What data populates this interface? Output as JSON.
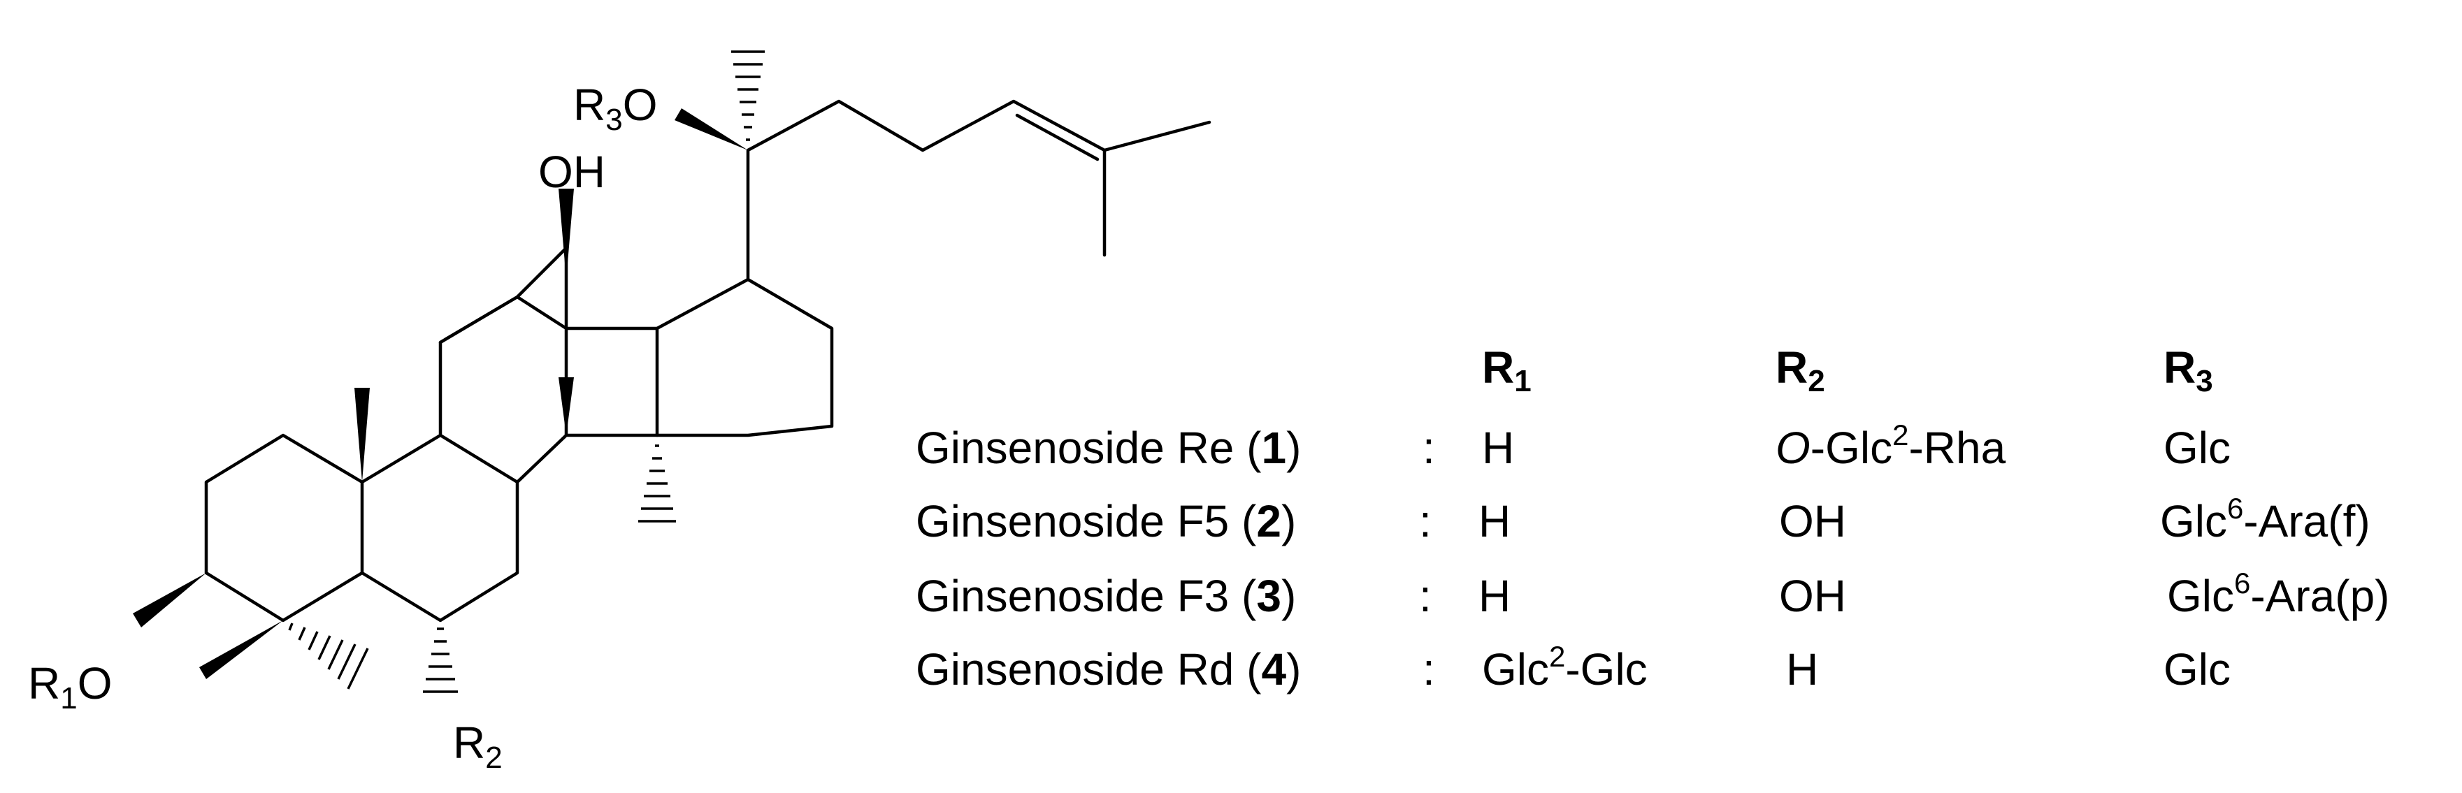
{
  "structure": {
    "oh_label": "OH",
    "r1_label": "R",
    "r1_sub": "1",
    "r1_o": "O",
    "r2_label": "R",
    "r2_sub": "2",
    "r3_label": "R",
    "r3_sub": "3",
    "r3_o": "O"
  },
  "table": {
    "headers": [
      {
        "letter": "R",
        "sub": "1"
      },
      {
        "letter": "R",
        "sub": "2"
      },
      {
        "letter": "R",
        "sub": "3"
      }
    ],
    "rows": [
      {
        "name": "Ginsenoside Re (",
        "num": "1",
        "close": ")",
        "colon": ":",
        "r1": "H",
        "r2_italic": "O",
        "r2_a": "-Glc",
        "r2_sup": "2",
        "r2_b": "-Rha",
        "r3_a": "Glc",
        "r3_sup": "",
        "r3_b": ""
      },
      {
        "name": "Ginsenoside F5 (",
        "num": "2",
        "close": ")",
        "colon": ":",
        "r1": "H",
        "r2_italic": "",
        "r2_a": "OH",
        "r2_sup": "",
        "r2_b": "",
        "r3_a": "Glc",
        "r3_sup": "6",
        "r3_b": "-Ara(f)"
      },
      {
        "name": "Ginsenoside F3 (",
        "num": "3",
        "close": ")",
        "colon": ":",
        "r1": "H",
        "r2_italic": "",
        "r2_a": "OH",
        "r2_sup": "",
        "r2_b": "",
        "r3_a": "Glc",
        "r3_sup": "6",
        "r3_b": "-Ara(p)"
      },
      {
        "name": "Ginsenoside Rd (",
        "num": "4",
        "close": ")",
        "colon": ":",
        "r1_a": "Glc",
        "r1_sup": "2",
        "r1_b": "-Glc",
        "r2_italic": "",
        "r2_a": "H",
        "r2_sup": "",
        "r2_b": "",
        "r3_a": "Glc",
        "r3_sup": "",
        "r3_b": ""
      }
    ]
  }
}
